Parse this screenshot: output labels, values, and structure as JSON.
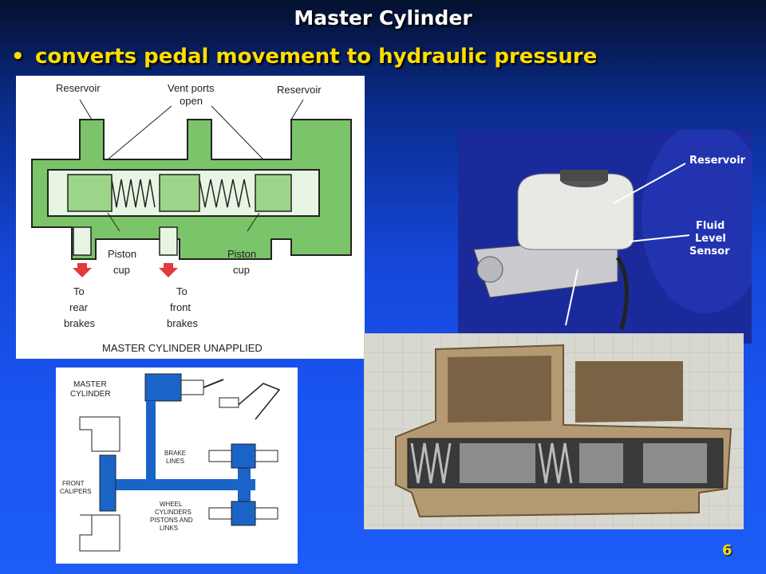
{
  "slide": {
    "title": "Master Cylinder",
    "bullet": "converts pedal movement to hydraulic pressure",
    "bullet_glyph": "•",
    "page_number": "6"
  },
  "diagram": {
    "reservoir_left": "Reservoir",
    "vent_ports_line1": "Vent ports",
    "vent_ports_line2": "open",
    "reservoir_right": "Reservoir",
    "piston_left_1": "Piston",
    "piston_left_2": "cup",
    "piston_right_1": "Piston",
    "piston_right_2": "cup",
    "rear_1": "To",
    "rear_2": "rear",
    "rear_3": "brakes",
    "front_1": "To",
    "front_2": "front",
    "front_3": "brakes",
    "caption": "MASTER CYLINDER UNAPPLIED"
  },
  "photo": {
    "reservoir": "Reservoir",
    "sensor_1": "Fluid",
    "sensor_2": "Level",
    "sensor_3": "Sensor"
  },
  "system": {
    "master_1": "MASTER",
    "master_2": "CYLINDER",
    "brake_1": "BRAKE",
    "brake_2": "LINES",
    "front_1": "FRONT",
    "front_2": "CALIPERS",
    "wheel_1": "WHEEL",
    "wheel_2": "CYLINDERS",
    "wheel_3": "PISTONS  AND",
    "wheel_4": "LINKS"
  },
  "colors": {
    "diagram_green": "#7cc46a",
    "arrow_red": "#e23b3b",
    "fluid_blue": "#1a64c8",
    "bullet_yellow": "#ffdd00"
  }
}
